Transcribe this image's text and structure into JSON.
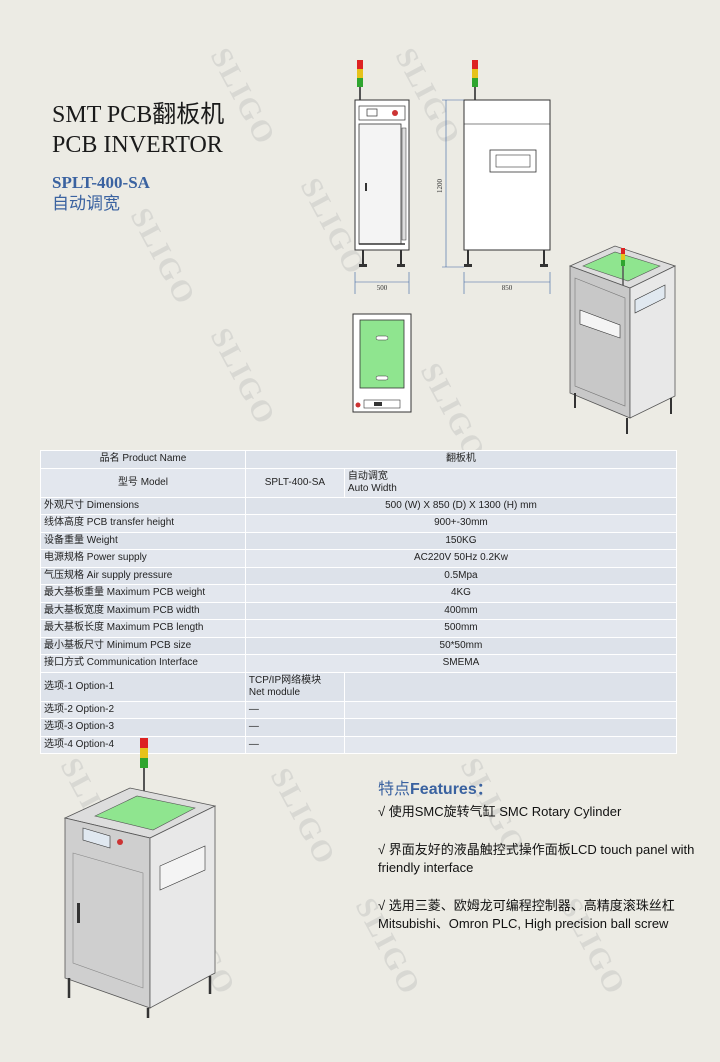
{
  "header": {
    "title_line1": "SMT PCB翻板机",
    "title_line2": "PCB INVERTOR",
    "model": "SPLT-400-SA",
    "feature_short": "自动调宽"
  },
  "watermark": "SLIGO",
  "drawing": {
    "dim_height": "1200",
    "dim_width": "500",
    "dim_depth": "850"
  },
  "spec_table": {
    "header_label": "品名 Product Name",
    "header_value": "翻板机",
    "model_label": "型号 Model",
    "model_value": "SPLT-400-SA",
    "model_extra": "自动调宽",
    "model_extra2": "Auto Width",
    "rows": [
      {
        "label": "外观尺寸 Dimensions",
        "value": "500 (W) X 850 (D) X 1300 (H) mm"
      },
      {
        "label": "线体高度 PCB transfer height",
        "value": "900+-30mm"
      },
      {
        "label": "设备重量 Weight",
        "value": "150KG"
      },
      {
        "label": "电源规格 Power supply",
        "value": "AC220V 50Hz 0.2Kw"
      },
      {
        "label": "气压规格 Air supply pressure",
        "value": "0.5Mpa"
      },
      {
        "label": "最大基板重量 Maximum PCB weight",
        "value": "4KG"
      },
      {
        "label": "最大基板宽度 Maximum PCB width",
        "value": "400mm"
      },
      {
        "label": "最大基板长度 Maximum PCB length",
        "value": "500mm"
      },
      {
        "label": "最小基板尺寸 Minimum PCB size",
        "value": "50*50mm"
      },
      {
        "label": "接口方式 Communication Interface",
        "value": "SMEMA"
      }
    ],
    "option1_label": "选项-1 Option-1",
    "option1_value_line1": "TCP/IP网络模块",
    "option1_value_line2": "Net module",
    "options": [
      {
        "label": "选项-2 Option-2",
        "value": "—"
      },
      {
        "label": "选项-3 Option-3",
        "value": "—"
      },
      {
        "label": "选项-4 Option-4",
        "value": "—"
      }
    ]
  },
  "features": {
    "title_cn": "特点",
    "title_en": "Features：",
    "items": [
      "√ 使用SMC旋转气缸 SMC Rotary Cylinder",
      "√ 界面友好的液晶触控式操作面板LCD touch panel with friendly interface",
      "√ 选用三菱、欧姆龙可编程控制器、高精度滚珠丝杠Mitsubishi、Omron PLC, High precision ball screw"
    ]
  },
  "colors": {
    "accent_blue": "#3a62a0",
    "screen_green": "#8fe58f",
    "background": "#ecebe4"
  }
}
